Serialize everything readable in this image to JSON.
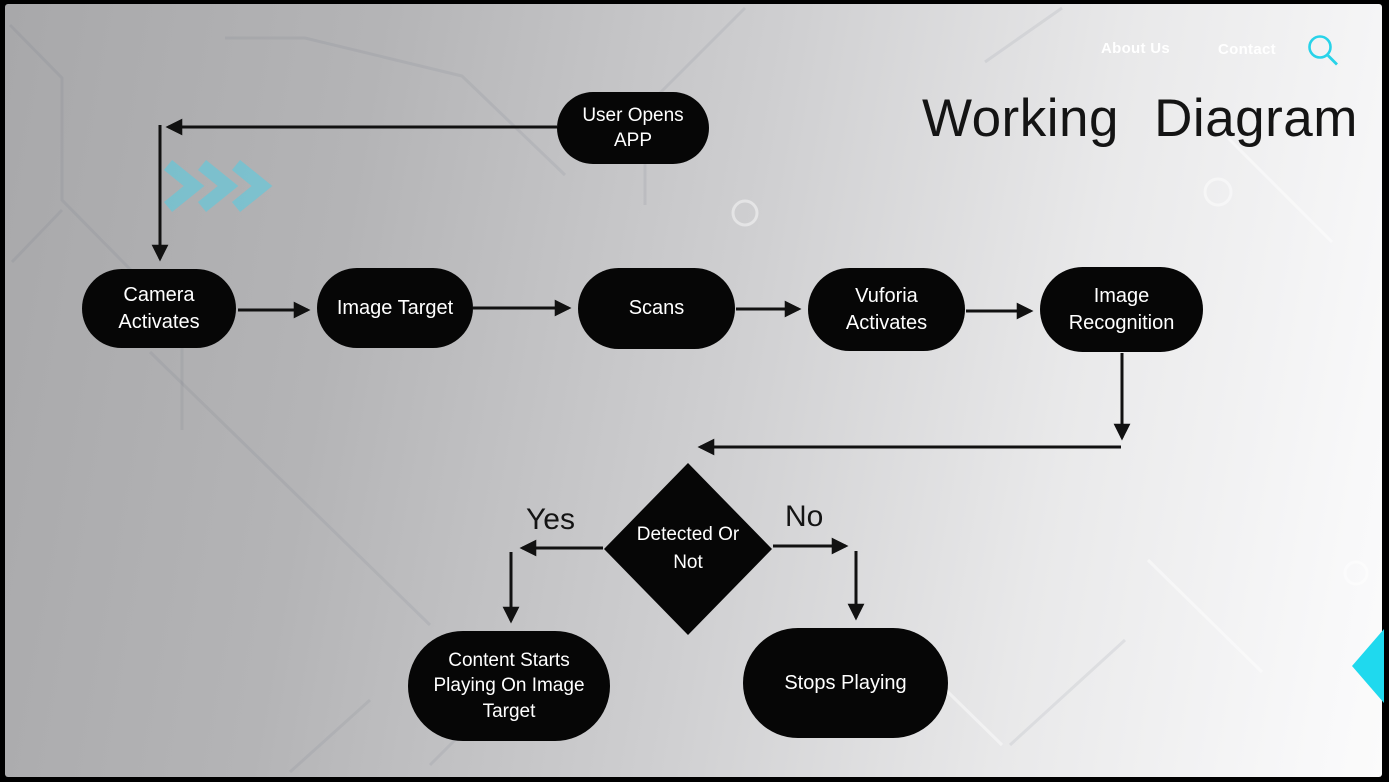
{
  "nav": {
    "items": [
      {
        "label": "About Us"
      },
      {
        "label": "Contact"
      }
    ],
    "search_icon": "magnifier",
    "accent_color": "#28d3e9"
  },
  "title": "Working Diagram",
  "diagram": {
    "nodes": [
      {
        "id": "user-opens-app",
        "type": "pill",
        "label": "User Opens APP"
      },
      {
        "id": "camera-activates",
        "type": "pill",
        "label": "Camera Activates"
      },
      {
        "id": "image-target",
        "type": "pill",
        "label": "Image Target"
      },
      {
        "id": "scans",
        "type": "pill",
        "label": "Scans"
      },
      {
        "id": "vuforia-activates",
        "type": "pill",
        "label": "Vuforia Activates"
      },
      {
        "id": "image-recognition",
        "type": "pill",
        "label": "Image Recognition"
      },
      {
        "id": "detected-or-not",
        "type": "decision",
        "label": "Detected Or Not"
      },
      {
        "id": "content-starts",
        "type": "pill",
        "label": "Content Starts Playing On Image Target"
      },
      {
        "id": "stops-playing",
        "type": "pill",
        "label": "Stops Playing"
      }
    ],
    "edges": [
      {
        "from": "user-opens-app",
        "to": "camera-activates"
      },
      {
        "from": "camera-activates",
        "to": "image-target"
      },
      {
        "from": "image-target",
        "to": "scans"
      },
      {
        "from": "scans",
        "to": "vuforia-activates"
      },
      {
        "from": "vuforia-activates",
        "to": "image-recognition"
      },
      {
        "from": "image-recognition",
        "to": "detected-or-not"
      },
      {
        "from": "detected-or-not",
        "to": "content-starts",
        "label": "Yes"
      },
      {
        "from": "detected-or-not",
        "to": "stops-playing",
        "label": "No"
      }
    ],
    "branch_labels": {
      "yes": "Yes",
      "no": "No"
    }
  },
  "decor": {
    "chevrons_icon": "triple-chevron-right",
    "edge_triangle_icon": "left-pointing-triangle",
    "chevron_color": "#52cde4",
    "triangle_color": "#1fd9ee"
  },
  "colors": {
    "node_fill": "#060606",
    "node_text": "#ffffff",
    "connector": "#111111",
    "title_text": "#141414",
    "frame": "#000000"
  }
}
